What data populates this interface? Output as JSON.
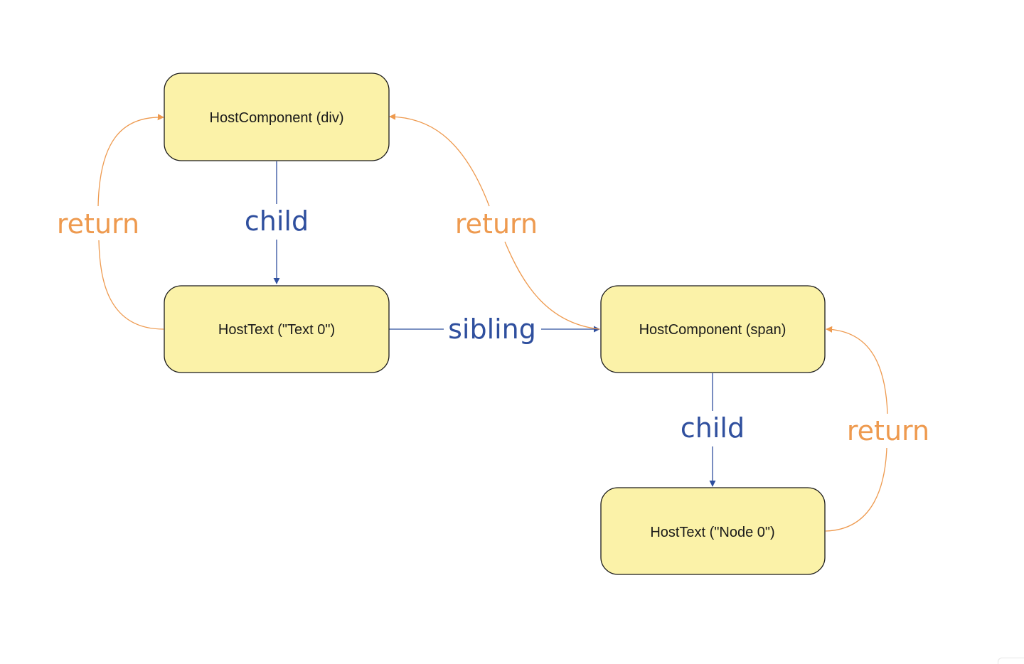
{
  "nodes": {
    "div": "HostComponent (div)",
    "text0": "HostText (\"Text 0\")",
    "span": "HostComponent (span)",
    "node0": "HostText (\"Node 0\")"
  },
  "edges": {
    "child_div_text0": "child",
    "return_text0_div": "return",
    "sibling_text0_span": "sibling",
    "return_span_div": "return",
    "child_span_node0": "child",
    "return_node0_span": "return"
  },
  "colors": {
    "node_fill": "#fbf2a8",
    "node_stroke": "#1a1a1a",
    "child_edge": "#2f4f9e",
    "return_edge": "#ee9a4f"
  }
}
